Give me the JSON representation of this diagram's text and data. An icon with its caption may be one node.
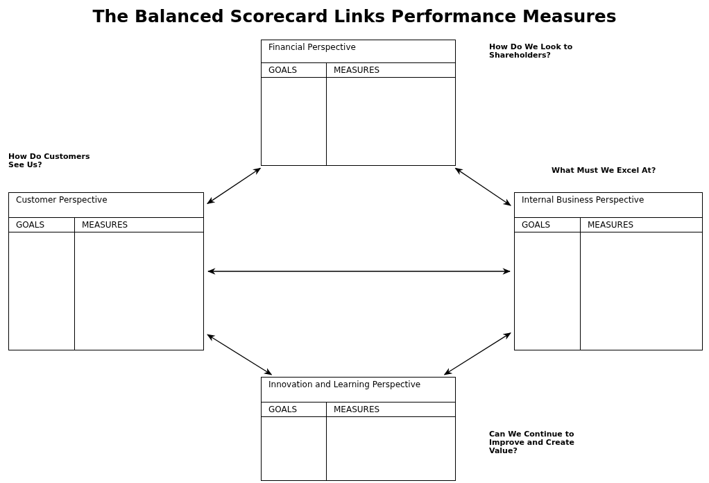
{
  "diagram": {
    "title": "The Balanced Scorecard Links Performance Measures",
    "nodes": [
      {
        "text": [
          "Financial Perspective",
          "GOALS",
          "MEASURES"
        ]
      },
      {
        "text": [
          "Customer Perspective",
          "GOALS",
          "MEASURES"
        ]
      },
      {
        "text": [
          "Internal Business Perspective",
          "GOALS",
          "MEASURES"
        ]
      },
      {
        "text": [
          "Innovation and Learning Perspective",
          "GOALS",
          "MEASURES"
        ]
      }
    ],
    "edges": [
      {
        "from": 0,
        "to": 1,
        "arrow": "both"
      },
      {
        "from": 0,
        "to": 2,
        "arrow": "both"
      },
      {
        "from": 1,
        "to": 2,
        "arrow": "both"
      },
      {
        "from": 1,
        "to": 3,
        "arrow": "both"
      },
      {
        "from": 2,
        "to": 3,
        "arrow": "both"
      }
    ],
    "labels": [
      "How Do We Look to Shareholders?",
      "How Do Customers See Us?",
      "What Must We Excel At?",
      "Can We Continue to Improve and Create Value?"
    ]
  }
}
